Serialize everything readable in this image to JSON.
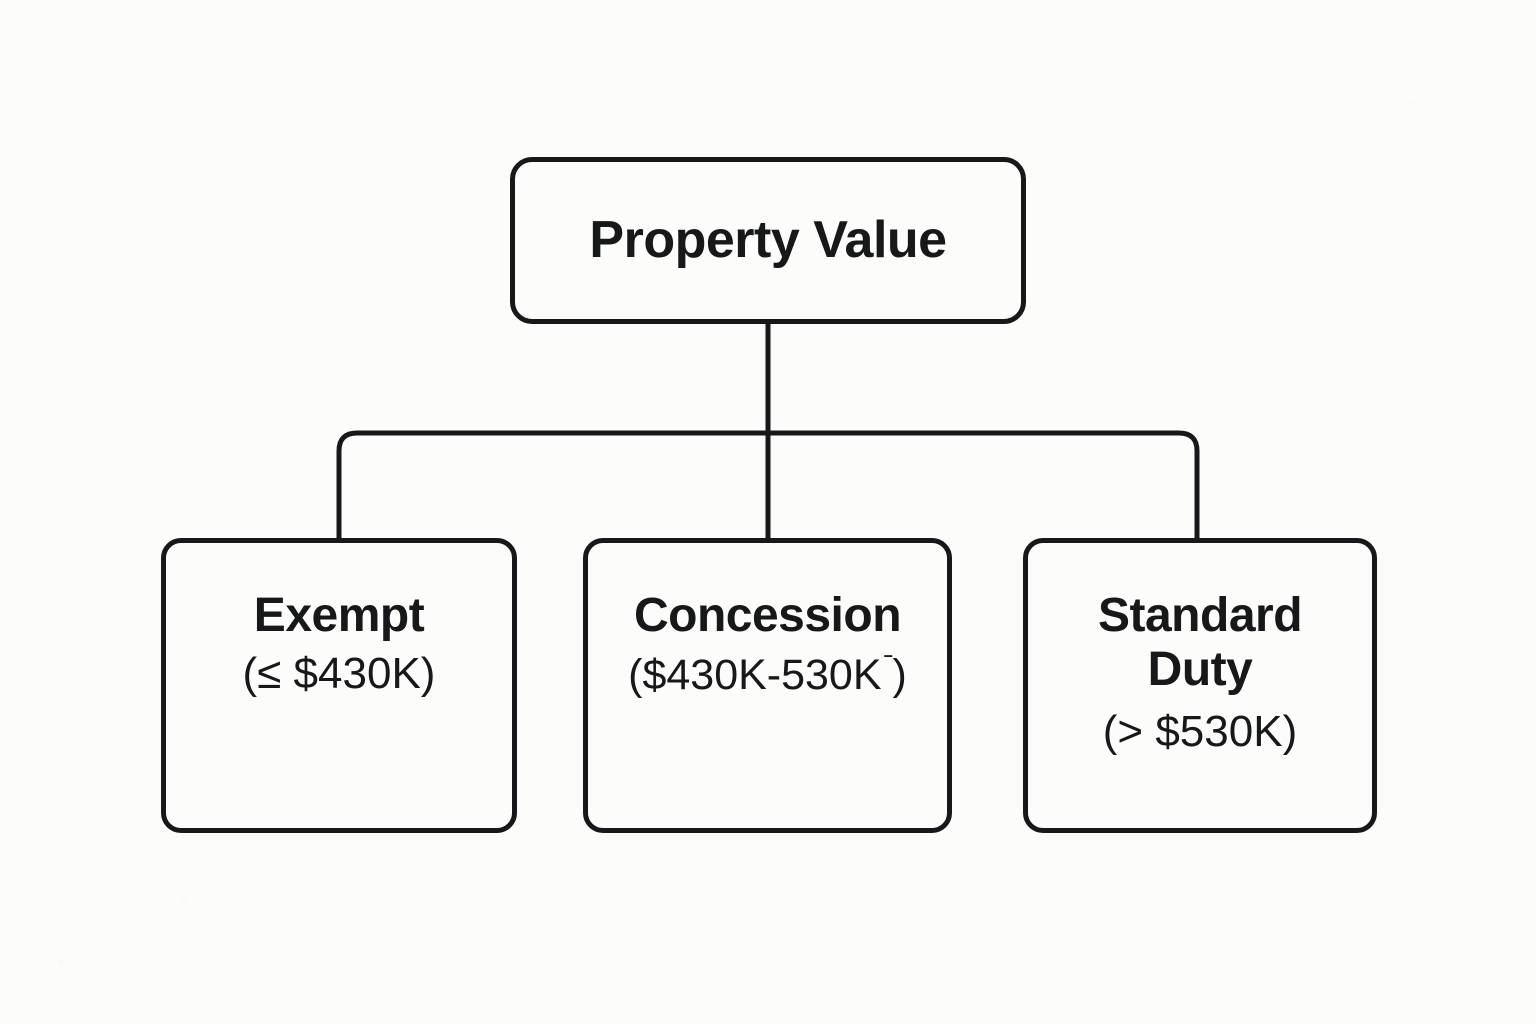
{
  "diagram": {
    "type": "decision-tree",
    "title_node": {
      "id": "root",
      "label": "Property Value"
    },
    "children": [
      {
        "id": "exempt",
        "label": "Exempt",
        "range": "(≤ $430K)"
      },
      {
        "id": "concession",
        "label": "Concession",
        "range_prefix": "($430K-530K",
        "range_artifact": "ˉ",
        "range_suffix": ")"
      },
      {
        "id": "standard",
        "label": "Standard Duty",
        "range": "(> $530K)"
      }
    ],
    "colors": {
      "background": "#fcfcfb",
      "node_fill": "#fcfcfb",
      "stroke": "#16181a",
      "text": "#16181a"
    },
    "edges": {
      "style": "orthogonal-rounded",
      "from": "root",
      "to": [
        "exempt",
        "concession",
        "standard"
      ]
    }
  }
}
